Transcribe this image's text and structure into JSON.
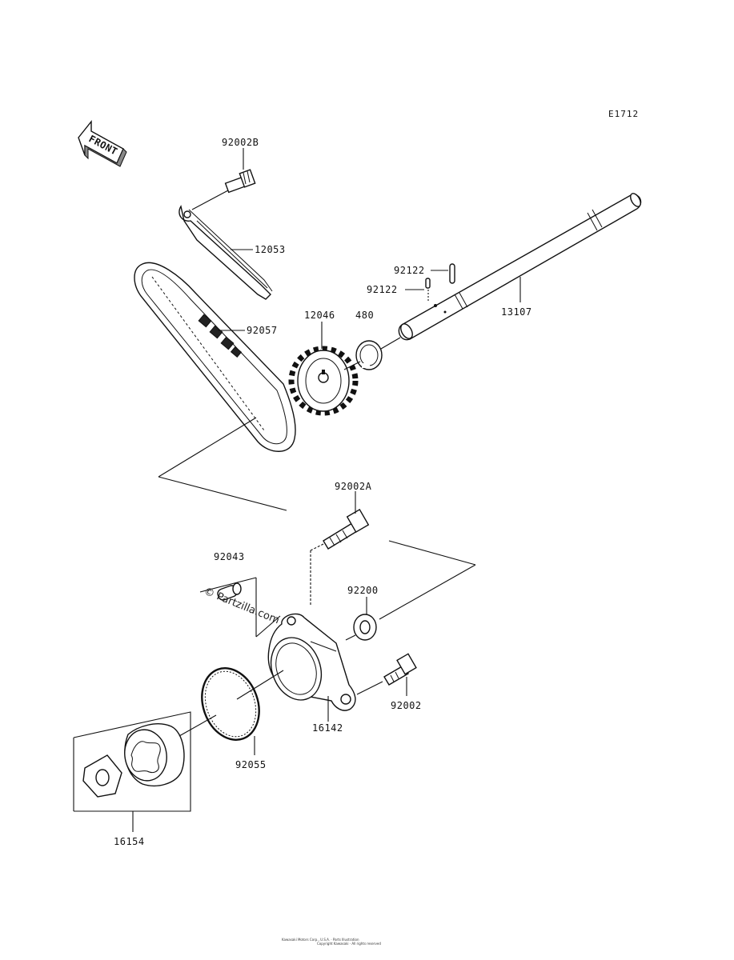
{
  "diagram_code": "E1712",
  "front_label": "FRONT",
  "watermark": "© Partzilla.com",
  "footer": {
    "line1": "Kawasaki Motors Corp., U.S.A. · Parts Illustration",
    "line2": "Copyright Kawasaki · All rights reserved"
  },
  "parts": {
    "p92002B": "92002B",
    "p12053": "12053",
    "p92057": "92057",
    "p12046": "12046",
    "p480": "480",
    "p92122a": "92122",
    "p92122b": "92122",
    "p13107": "13107",
    "p92002A": "92002A",
    "p92043": "92043",
    "p92200": "92200",
    "p16142": "16142",
    "p92002": "92002",
    "p92055": "92055",
    "p16154": "16154"
  }
}
